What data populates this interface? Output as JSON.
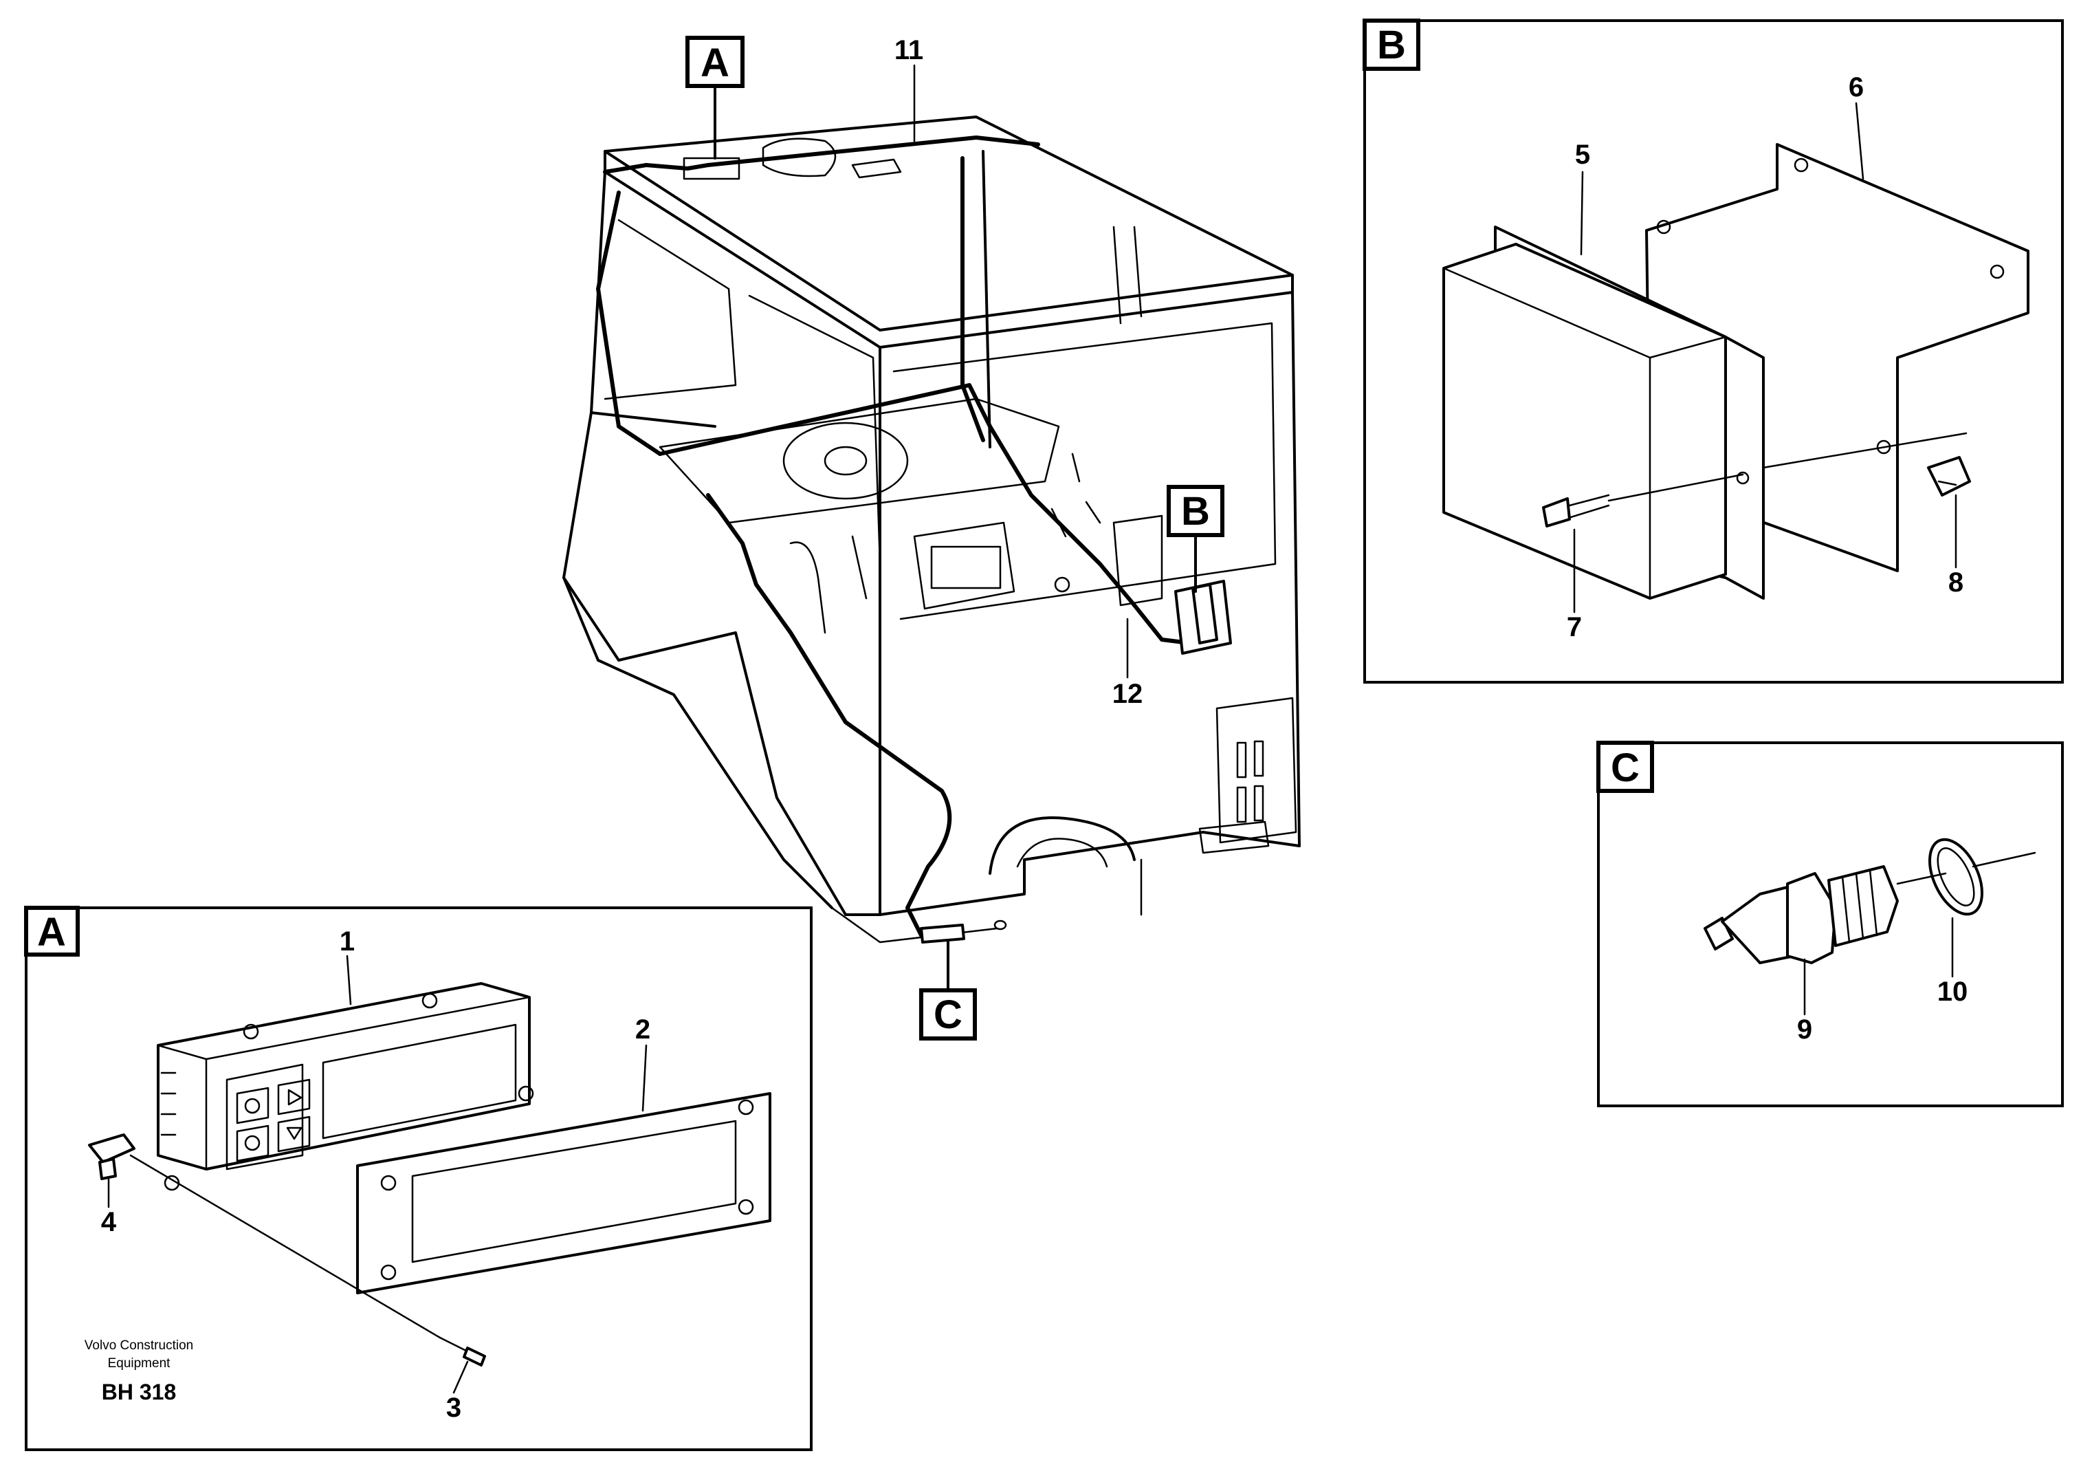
{
  "callouts": {
    "a": "A",
    "b": "B",
    "c": "C"
  },
  "panels": {
    "detail_a": {
      "title": "A"
    },
    "detail_b": {
      "title": "B"
    },
    "detail_c": {
      "title": "C"
    }
  },
  "parts": {
    "p1": "1",
    "p2": "2",
    "p3": "3",
    "p4": "4",
    "p5": "5",
    "p6": "6",
    "p7": "7",
    "p8": "8",
    "p9": "9",
    "p10": "10",
    "p11": "11",
    "p12": "12"
  },
  "footer": {
    "company_line1": "Volvo Construction",
    "company_line2": "Equipment",
    "drawing_code": "BH 318"
  }
}
